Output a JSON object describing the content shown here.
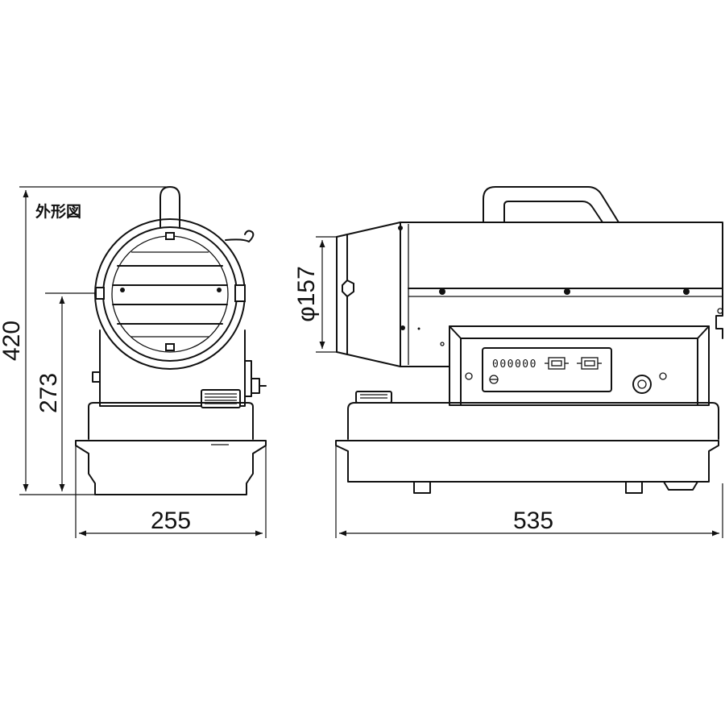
{
  "title": "外形図",
  "dimensions": {
    "height_total": "420",
    "height_outlet": "273",
    "width_front": "255",
    "length_side": "535",
    "outlet_diameter": "φ157"
  },
  "front_panel": {
    "counter": "000000"
  }
}
